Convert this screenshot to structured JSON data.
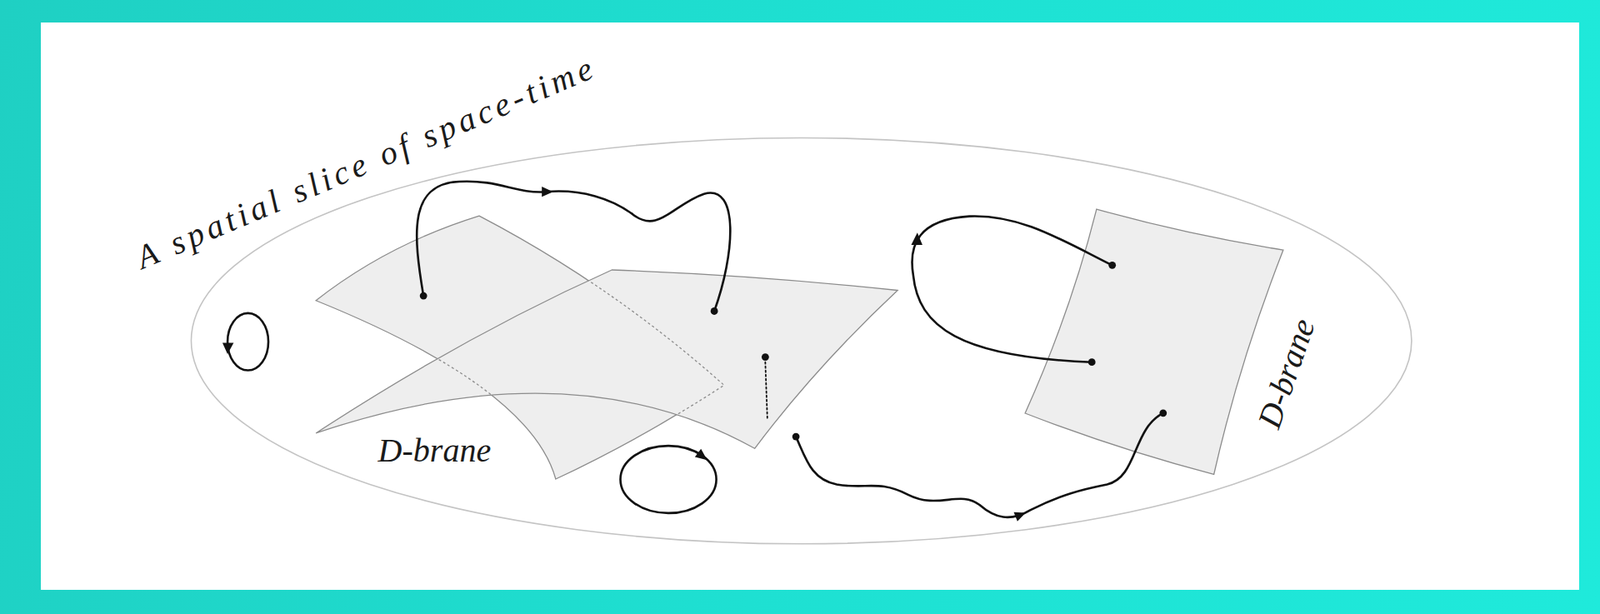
{
  "diagram": {
    "nodes": [
      {
        "text": [
          "A spatial slice of space-time"
        ]
      },
      {
        "text": [
          "D-brane"
        ],
        "in": 0
      },
      {
        "text": [
          "D-brane"
        ],
        "in": 0
      }
    ],
    "edges": [
      {
        "from": 1,
        "to": 2,
        "arrow": "to"
      }
    ]
  }
}
